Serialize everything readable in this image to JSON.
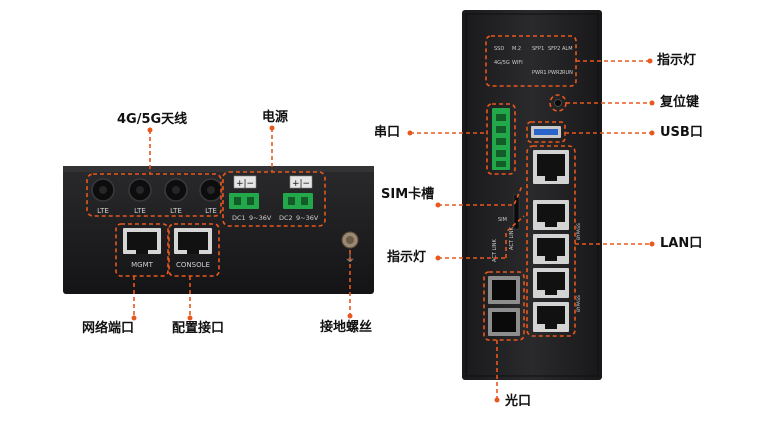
{
  "labels": {
    "antenna": "4G/5G天线",
    "power": "电源",
    "network_port": "网络端口",
    "config_port": "配置接口",
    "ground_screw": "接地螺丝",
    "indicator_top": "指示灯",
    "reset_key": "复位键",
    "serial": "串口",
    "usb": "USB口",
    "sim_slot": "SIM卡槽",
    "lan": "LAN口",
    "indicator_left": "指示灯",
    "fiber": "光口"
  },
  "front_panel": {
    "antenna_labels": [
      "LTE",
      "LTE",
      "LTE",
      "LTE"
    ],
    "power_terminals": [
      {
        "name": "DC1",
        "range": "9~36V"
      },
      {
        "name": "DC2",
        "range": "9~36V"
      }
    ],
    "plus_minus": "+|−",
    "mgmt_label": "MGMT",
    "console_label": "CONSOLE"
  },
  "side_panel": {
    "led_rows": [
      [
        "SSD",
        "M.2"
      ],
      [
        "4G/5G",
        "WIFI"
      ],
      [
        "SFP1",
        "SFP2",
        "ALM"
      ],
      [
        "PWR1",
        "PWR2",
        "RUN"
      ]
    ],
    "act_link_labels": [
      "ACT LINK",
      "ACT LINK"
    ],
    "bypass_labels": [
      "BYPASS",
      "BYPASS"
    ],
    "sim_label": "SIM"
  },
  "colors": {
    "callout": "#e8581c",
    "device_body": "#1c1c1e",
    "terminal_green": "#22a84a"
  }
}
